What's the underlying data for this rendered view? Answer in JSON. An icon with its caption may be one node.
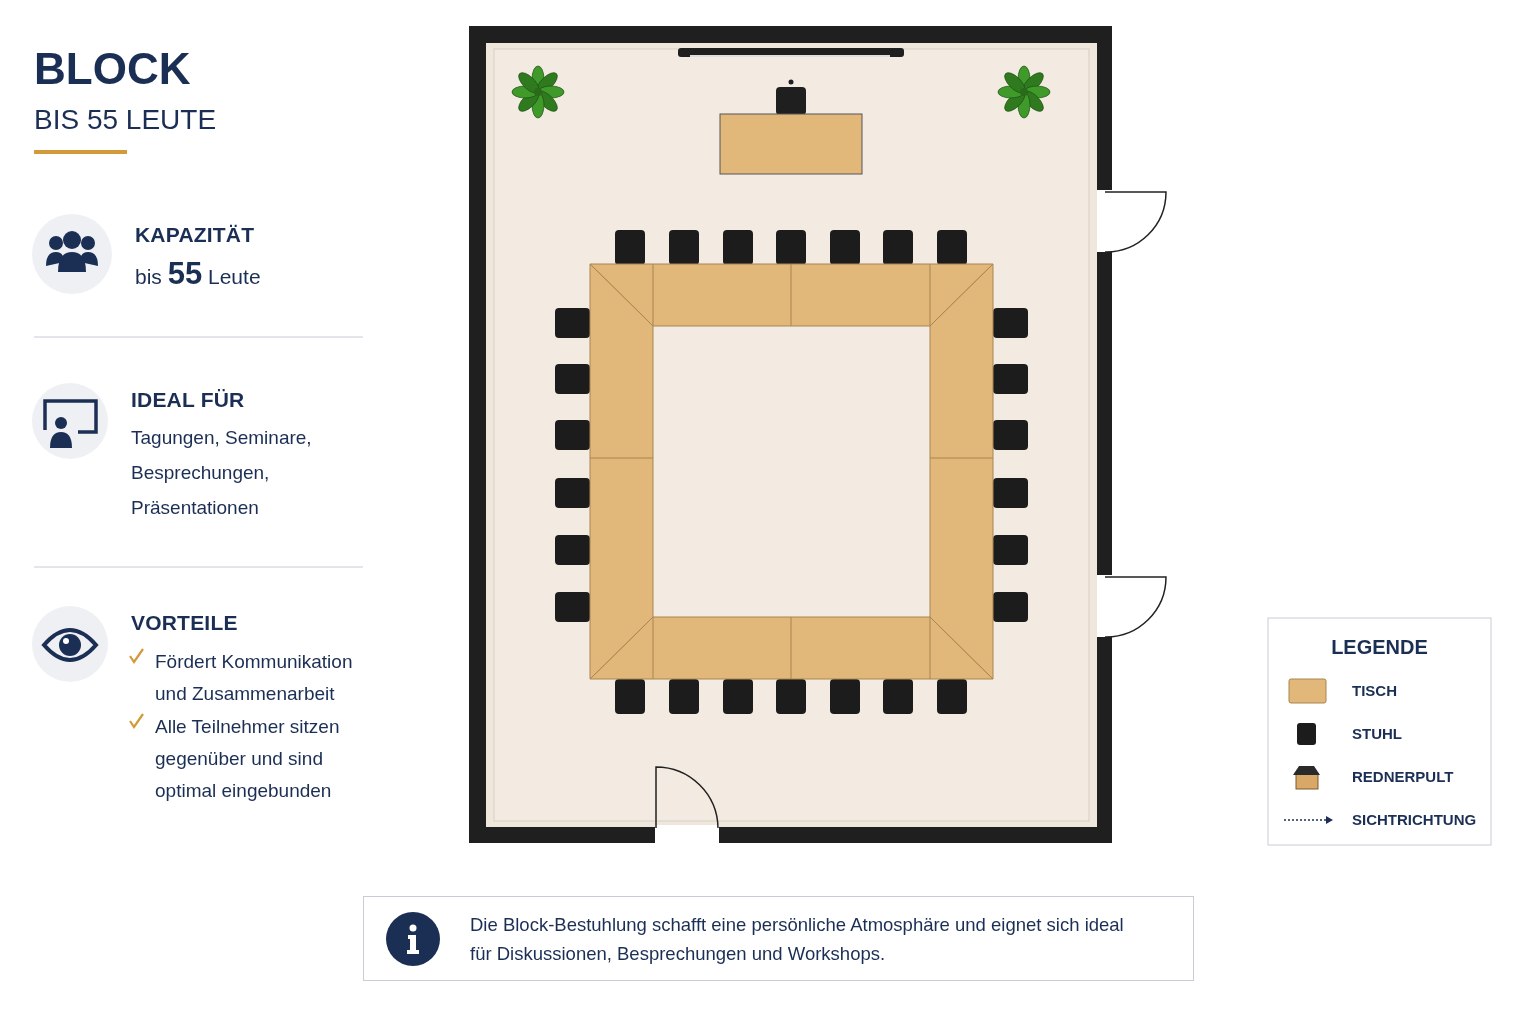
{
  "diagram": {
    "title": "BLOCK",
    "nodes": [
      {
        "text": [
          "Die Block-Bestuhlung schafft eine persönliche Atmosphäre und eignet sich ideal für Diskussionen, Besprechungen und Workshops."
        ]
      }
    ],
    "labels": [
      "BIS 55 LEUTE",
      "KAPAZITÄT",
      "bis **55** Leute",
      "IDEAL FÜR",
      "Tagungen, Seminare, Besprechungen, Präsentationen",
      "VORTEILE",
      "Fördert Kommunikation und Zusammenarbeit",
      "Alle Teilnehmer sitzen gegenüber und sind optimal eingebunden",
      "LEGENDE"
    ],
    "legend": [
      {
        "text": "TISCH",
        "color": "#e2b77a"
      },
      {
        "text": "STUHL"
      },
      {
        "text": "REDNERPULT"
      },
      {
        "text": "SICHTRICHTUNG"
      }
    ]
  }
}
